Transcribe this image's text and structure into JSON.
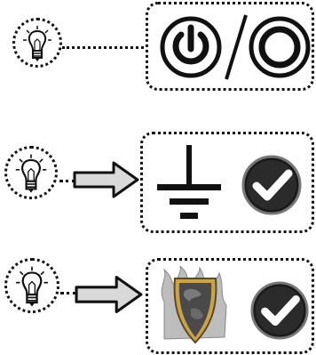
{
  "icons": {
    "bulb": "lightbulb-icon",
    "power": "power-icon",
    "off": "power-off-icon",
    "ground": "ground-icon",
    "check": "checkmark-icon",
    "shield": "shield-fire-icon",
    "arrow": "right-arrow-icon"
  },
  "colors": {
    "ink": "#111111",
    "check_fill": "#1a1a1a",
    "arrow_fill": "#d9d9d9",
    "shield_gold": "#c9a24a",
    "shield_globe": "#4a4a4a"
  },
  "rows": [
    {
      "name": "power-toggle",
      "connector": "dotted-line"
    },
    {
      "name": "ground-ok",
      "connector": "arrow"
    },
    {
      "name": "security-ok",
      "connector": "arrow"
    }
  ]
}
